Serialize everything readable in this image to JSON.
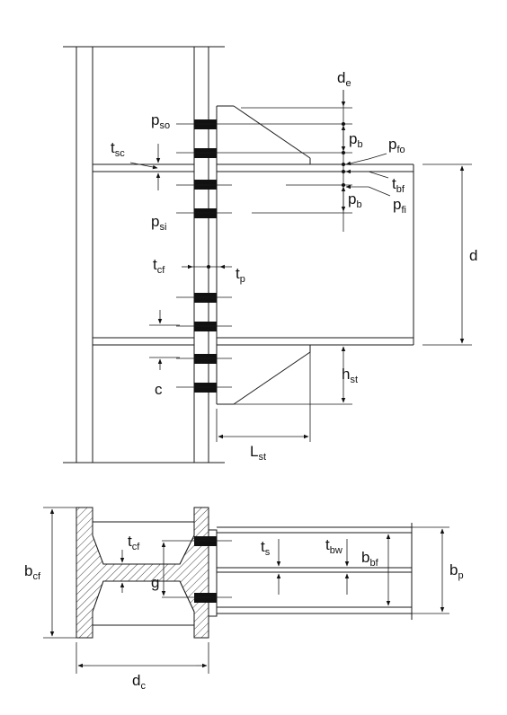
{
  "labels": {
    "de": {
      "main": "d",
      "sub": "e"
    },
    "pso": {
      "main": "p",
      "sub": "so"
    },
    "pb_top": {
      "main": "p",
      "sub": "b"
    },
    "pfo": {
      "main": "p",
      "sub": "fo"
    },
    "tsc": {
      "main": "t",
      "sub": "sc"
    },
    "tbf": {
      "main": "t",
      "sub": "bf"
    },
    "pfi": {
      "main": "p",
      "sub": "fi"
    },
    "pb_bot": {
      "main": "p",
      "sub": "b"
    },
    "psi": {
      "main": "p",
      "sub": "si"
    },
    "d": {
      "main": "d",
      "sub": ""
    },
    "tcf_elev": {
      "main": "t",
      "sub": "cf"
    },
    "tp": {
      "main": "t",
      "sub": "p"
    },
    "c": {
      "main": "c",
      "sub": ""
    },
    "hst": {
      "main": "h",
      "sub": "st"
    },
    "Lst": {
      "main": "L",
      "sub": "st"
    },
    "bcf": {
      "main": "b",
      "sub": "cf"
    },
    "tcf_plan": {
      "main": "t",
      "sub": "cf"
    },
    "g": {
      "main": "g",
      "sub": ""
    },
    "ts": {
      "main": "t",
      "sub": "s"
    },
    "tbw": {
      "main": "t",
      "sub": "bw"
    },
    "bbf": {
      "main": "b",
      "sub": "bf"
    },
    "bp": {
      "main": "b",
      "sub": "p"
    },
    "dc": {
      "main": "d",
      "sub": "c"
    }
  }
}
